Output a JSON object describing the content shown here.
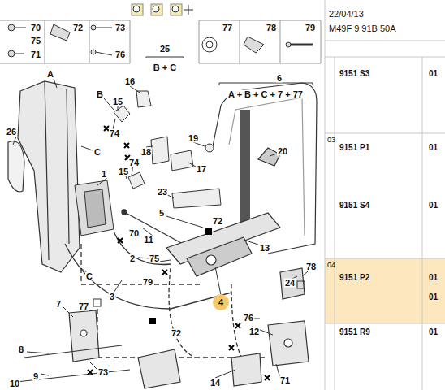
{
  "diagram": {
    "labels": [
      "22/04/13",
      "M49F 9 91B 50A",
      "03",
      "04",
      "9151 S3",
      "01",
      "9151 P1",
      "01",
      "9151 S4",
      "01",
      "9151 P2",
      "01",
      "01",
      "9151 R9",
      "01",
      "70",
      "75",
      "71",
      "72",
      "73",
      "76",
      "77",
      "78",
      "79",
      "25",
      "B + C",
      "6",
      "A + B + C + 7 + 77",
      "A",
      "B",
      "C",
      "26",
      "16",
      "15",
      "74",
      "18",
      "74",
      "15",
      "17",
      "19",
      "20",
      "1",
      "23",
      "5",
      "72",
      "11",
      "70",
      "2",
      "75",
      "79",
      "13",
      "4",
      "78",
      "24",
      "C",
      "7",
      "77",
      "3",
      "72",
      "76",
      "12",
      "8",
      "73",
      "9",
      "10",
      "14",
      "71"
    ]
  }
}
